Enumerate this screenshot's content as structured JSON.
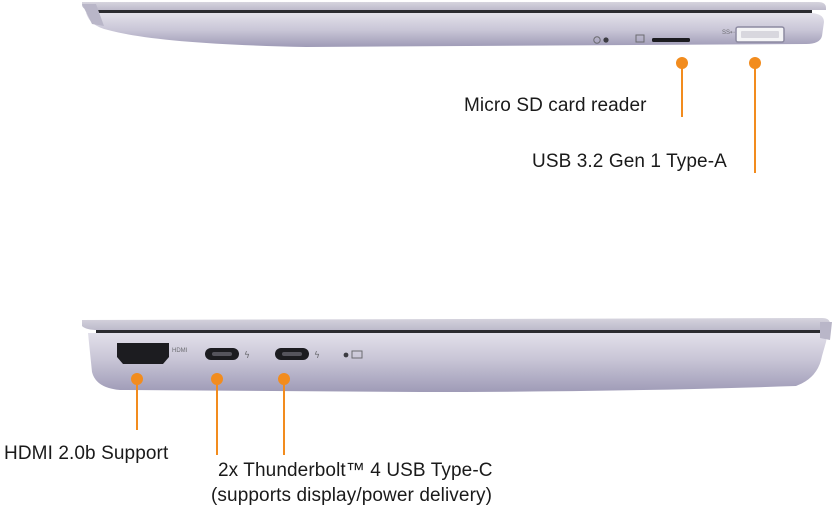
{
  "top_view": {
    "labels": {
      "microsd": "Micro SD card reader",
      "usb_a": "USB 3.2 Gen 1 Type-A"
    },
    "port_icons": {
      "light": "light-sensor-icon",
      "sd": "sd-card-icon",
      "usb": "usb-ss-icon"
    },
    "usb_mark": "SS⇠"
  },
  "bottom_view": {
    "labels": {
      "hdmi": "HDMI 2.0b Support",
      "thunderbolt_line1": "2x Thunderbolt™ 4  USB Type-C",
      "thunderbolt_line2": "(supports display/power delivery)"
    },
    "port_text": {
      "hdmi_mark": "HDMI"
    }
  },
  "colors": {
    "accent": "#f28c1e",
    "chassis": "#c8c5d6",
    "chassis_dark": "#9d99b4",
    "lid": "#2b2b30"
  }
}
